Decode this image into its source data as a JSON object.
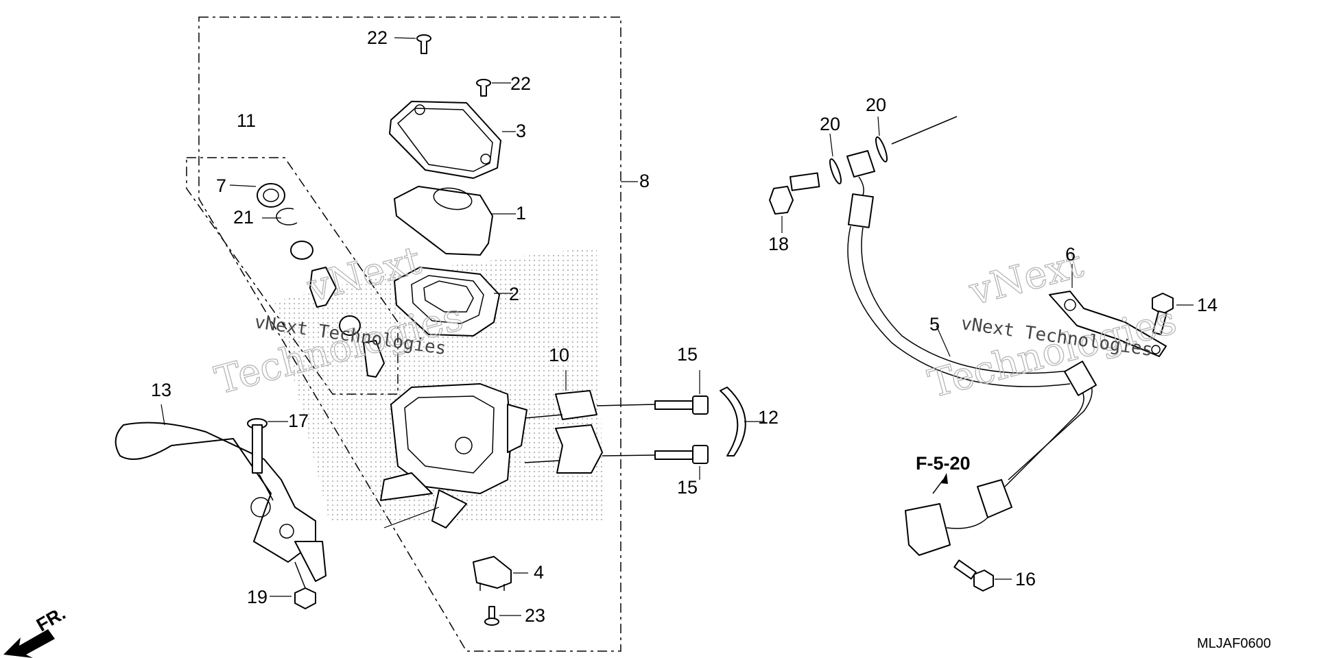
{
  "callouts": {
    "n1": "1",
    "n2": "2",
    "n3": "3",
    "n4": "4",
    "n5": "5",
    "n6": "6",
    "n7": "7",
    "n8": "8",
    "n10": "10",
    "n11": "11",
    "n12": "12",
    "n13": "13",
    "n14": "14",
    "n15a": "15",
    "n15b": "15",
    "n16": "16",
    "n17": "17",
    "n18": "18",
    "n19": "19",
    "n20a": "20",
    "n20b": "20",
    "n21": "21",
    "n22a": "22",
    "n22b": "22",
    "n23": "23"
  },
  "reference_label": "F-5-20",
  "diagram_code": "MLJAF0600",
  "direction_label": "FR.",
  "watermark": {
    "brand": "vNext",
    "word": "Technologies",
    "full": "vNext Technologies"
  },
  "colors": {
    "line": "#000000",
    "watermark": "#b5b5b5",
    "background": "#ffffff"
  }
}
